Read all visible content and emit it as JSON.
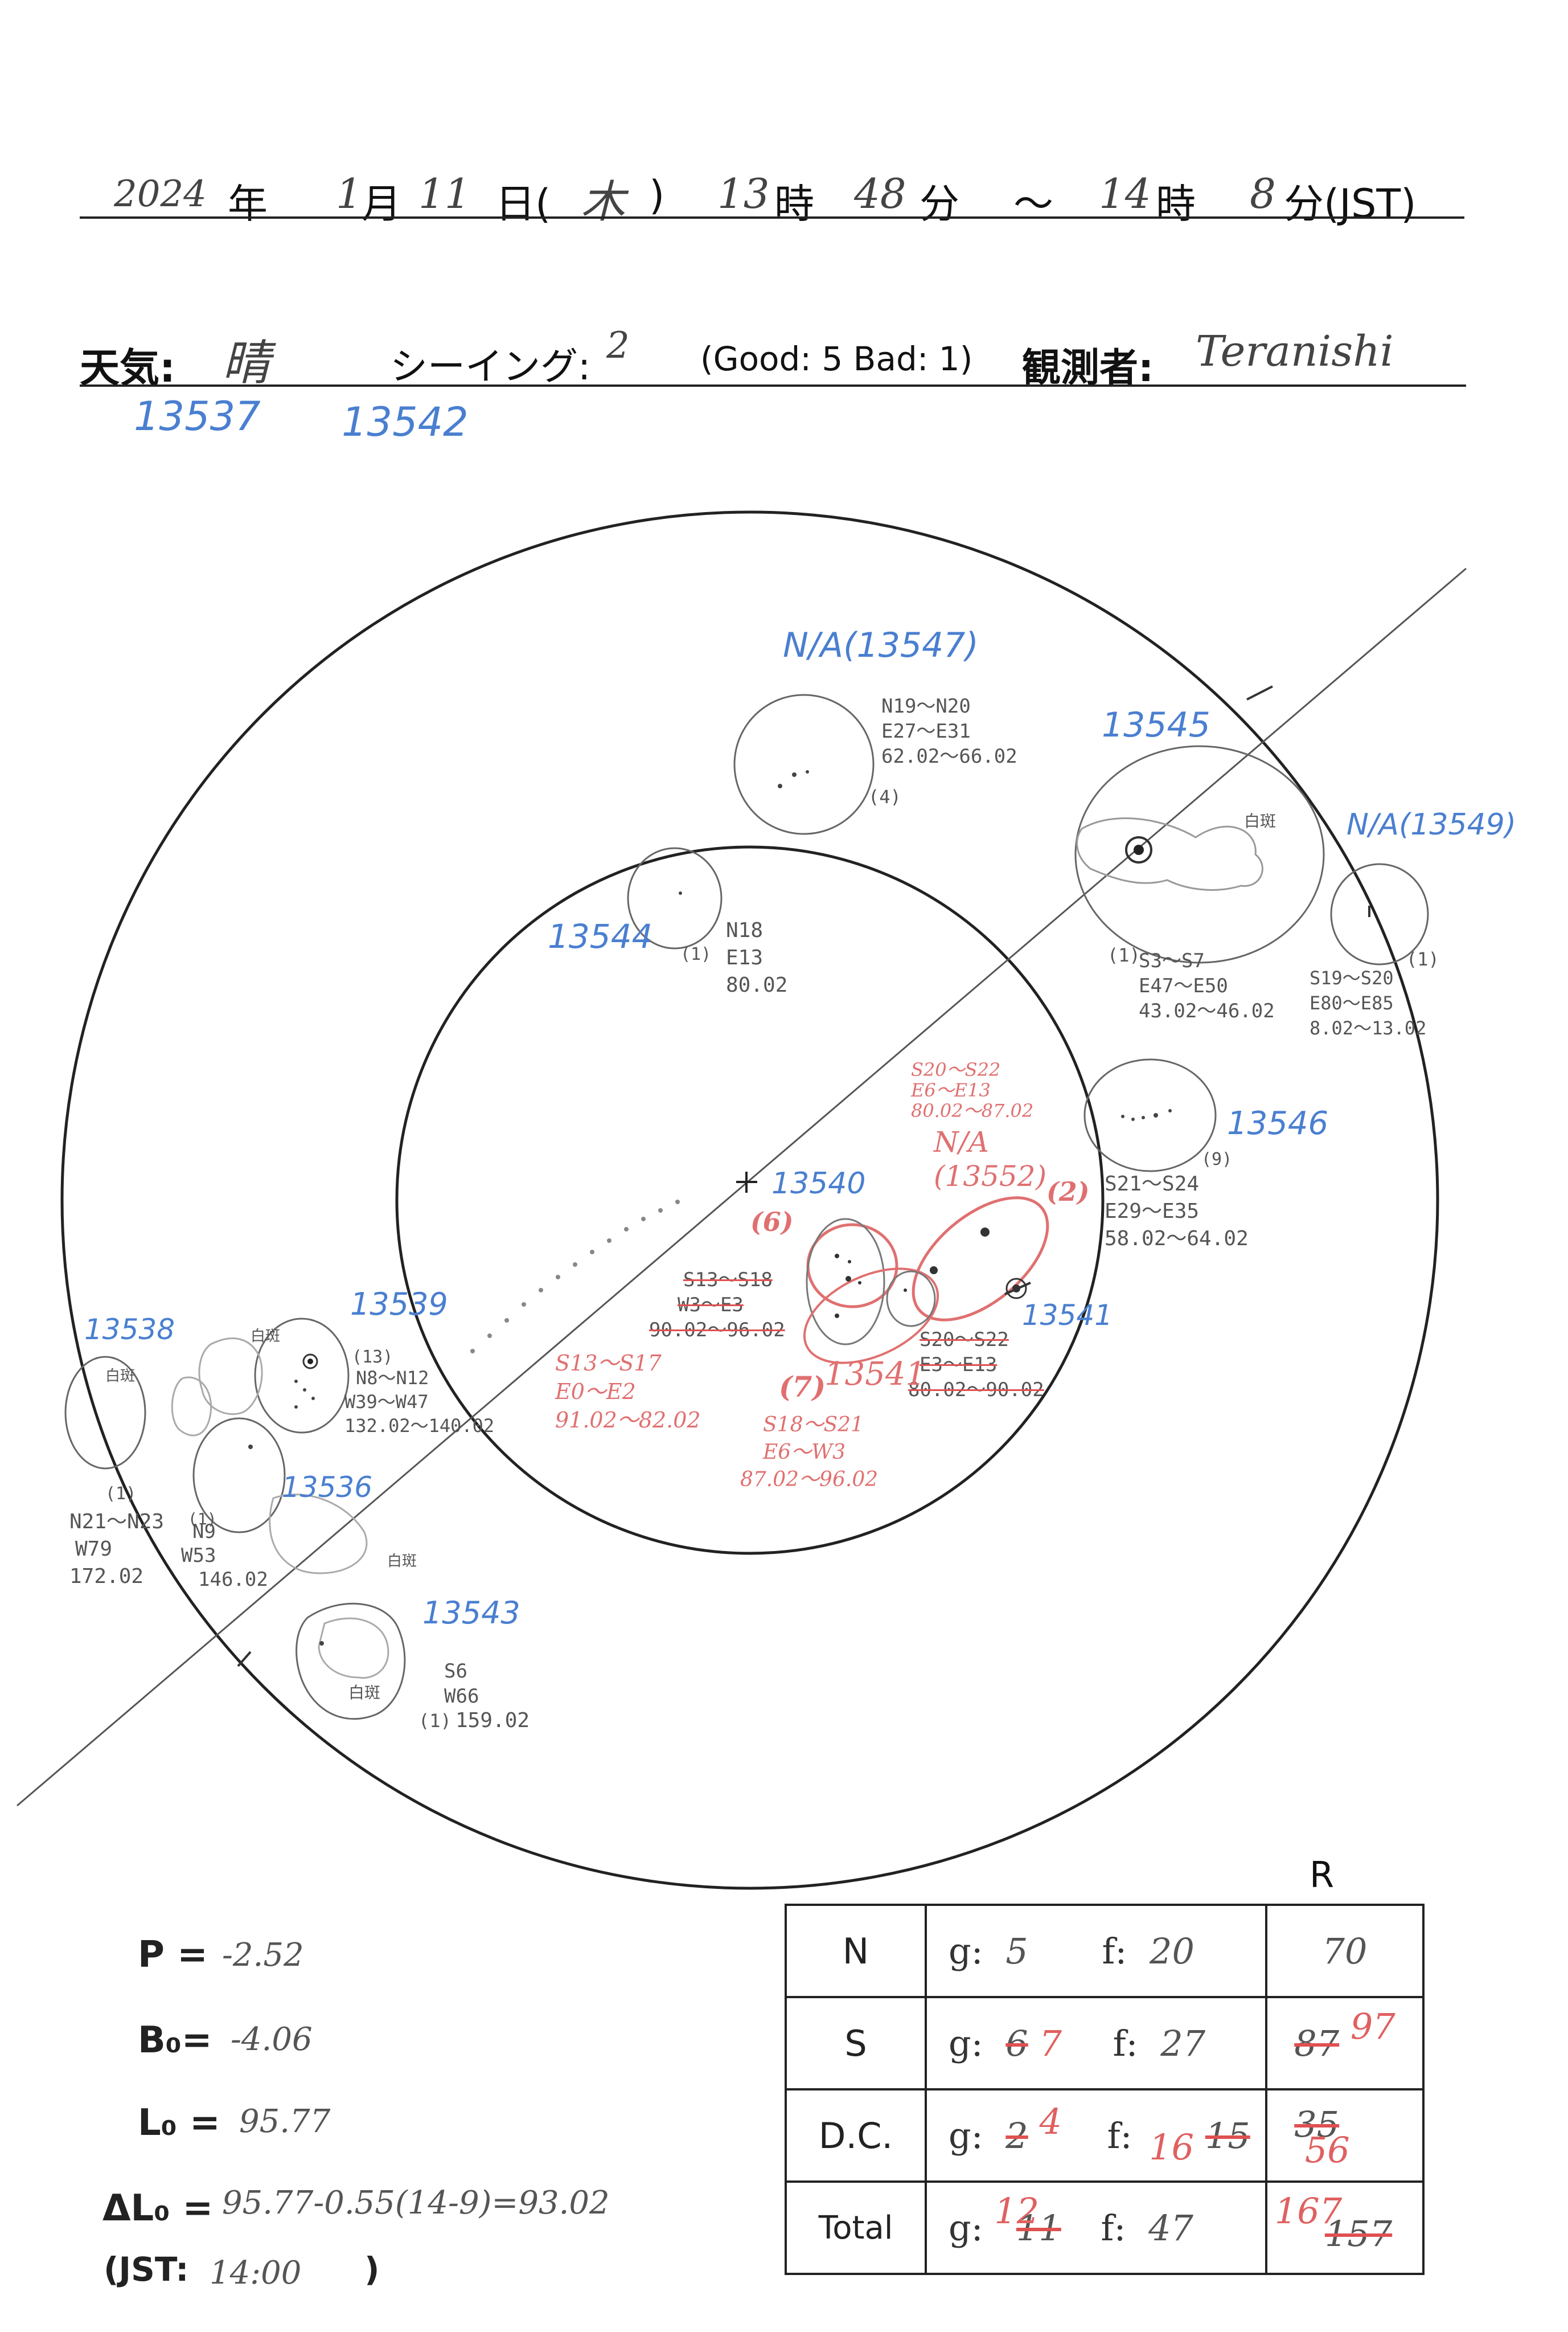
{
  "header": {
    "year": "2024",
    "year_unit": "年",
    "month": "1",
    "month_unit": "月",
    "day": "11",
    "day_unit": "日(",
    "weekday": "木",
    "weekday_close": ")",
    "start_hour": "13",
    "hour_unit": "時",
    "start_min": "48",
    "min_unit": "分",
    "tilde": "〜",
    "end_hour": "14",
    "end_min": "8",
    "end_min_unit": "分(JST)"
  },
  "conditions": {
    "weather_label": "天気:",
    "weather_value": "晴",
    "seeing_label": "シーイング:",
    "seeing_value": "2",
    "scale_note": "(Good: 5  Bad: 1)",
    "observer_label": "観測者:",
    "observer_value": "Teranishi"
  },
  "top_regions": [
    "13537",
    "13542"
  ],
  "regions": [
    {
      "id": "r13547",
      "label": "N/A(13547)",
      "color": "blue",
      "lines": [
        "N19〜N20",
        "E27〜E31",
        "62.02〜66.02"
      ],
      "count": "(4)"
    },
    {
      "id": "r13545",
      "label": "13545",
      "color": "blue",
      "lines": [
        "S3〜S7",
        "E47〜E50",
        "43.02〜46.02"
      ],
      "count": "(1)",
      "note": "白斑"
    },
    {
      "id": "r13549",
      "label": "N/A(13549)",
      "color": "blue",
      "lines": [
        "S19〜S20",
        "E80〜E85",
        "8.02〜13.02"
      ],
      "count": "(1)"
    },
    {
      "id": "r13544",
      "label": "13544",
      "color": "blue",
      "lines": [
        "N18",
        "E13",
        "80.02"
      ],
      "count": "(1)"
    },
    {
      "id": "r13546",
      "label": "13546",
      "color": "blue",
      "lines": [
        "S21〜S24",
        "E29〜E35",
        "58.02〜64.02"
      ],
      "count": "(9)"
    },
    {
      "id": "r13540",
      "label": "13540",
      "color": "blue",
      "lines": [
        "S13〜S18",
        "W3〜E3",
        "90.02〜96.02"
      ],
      "count": "(6)"
    },
    {
      "id": "r13552",
      "label": "N/A (13552)",
      "color": "red",
      "lines": [
        "S20〜S22",
        "E6〜E13",
        "80.02〜87.02"
      ],
      "count": "(2)"
    },
    {
      "id": "r13541",
      "label": "13541",
      "color": "blue",
      "lines": [
        "S20〜S22",
        "E3〜E13",
        "80.02〜90.02"
      ],
      "count": ""
    },
    {
      "id": "r13541b",
      "label": "13541",
      "color": "red",
      "lines": [
        "S18〜S21",
        "E6〜W3",
        "87.02〜96.02"
      ],
      "count": "(7)"
    },
    {
      "id": "r13540b",
      "label": "",
      "color": "red",
      "lines": [
        "S13〜S17",
        "E0〜E2",
        "91.02〜82.02"
      ],
      "count": ""
    },
    {
      "id": "r13539",
      "label": "13539",
      "color": "blue",
      "lines": [
        "N8〜N12",
        "W39〜W47",
        "132.02〜140.02"
      ],
      "count": "(13)",
      "note": "白斑"
    },
    {
      "id": "r13538",
      "label": "13538",
      "color": "blue",
      "lines": [
        "N21〜N23",
        "W79",
        "172.02"
      ],
      "count": "(1)",
      "note": "白斑"
    },
    {
      "id": "r13536",
      "label": "13536",
      "color": "blue",
      "lines": [
        "N9",
        "W53",
        "146.02"
      ],
      "count": "(1)",
      "note": "白斑"
    },
    {
      "id": "r13543",
      "label": "13543",
      "color": "blue",
      "lines": [
        "S6",
        "W66",
        "159.02"
      ],
      "count": "(1)",
      "note": "白斑"
    }
  ],
  "parameters": {
    "p_label": "P =",
    "p_value": "-2.52",
    "b0_label": "B₀=",
    "b0_value": "-4.06",
    "l0_label": "L₀ =",
    "l0_value": "95.77",
    "dl0_label": "ΔL₀ =",
    "dl0_value": "95.77-0.55(14-9)=93.02",
    "jst_label": "(JST:",
    "jst_value": "14:00",
    "jst_close": ")"
  },
  "table": {
    "r_header": "R",
    "g_label": "g:",
    "f_label": "f:",
    "rows": [
      {
        "label": "N",
        "g": "5",
        "g_new": "",
        "f": "20",
        "f_new": "",
        "r": "70",
        "r_new": ""
      },
      {
        "label": "S",
        "g": "6",
        "g_new": "7",
        "f": "27",
        "f_new": "",
        "r": "87",
        "r_new": "97"
      },
      {
        "label": "D.C.",
        "g": "2",
        "g_new": "4",
        "f": "15",
        "f_new": "16",
        "r": "35",
        "r_new": "56"
      },
      {
        "label": "Total",
        "g": "11",
        "g_new": "12",
        "f": "47",
        "f_new": "",
        "r": "157",
        "r_new": "167"
      }
    ]
  }
}
